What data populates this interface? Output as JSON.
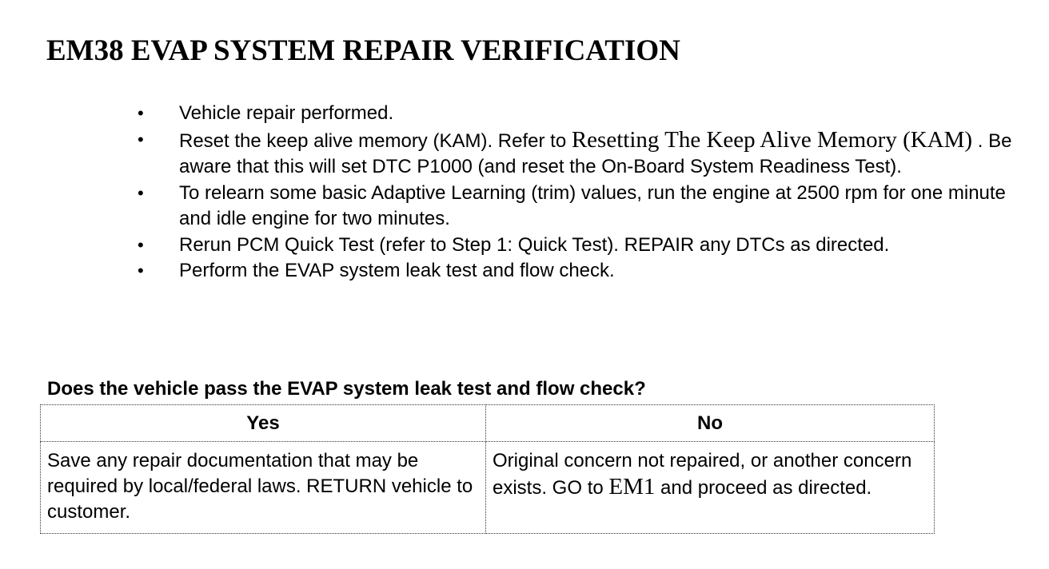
{
  "document": {
    "title": "EM38 EVAP SYSTEM REPAIR VERIFICATION",
    "steps": [
      {
        "bullet": "•",
        "text": "Vehicle repair performed."
      },
      {
        "bullet": "•",
        "text_before": "Reset the keep alive memory (KAM). Refer to ",
        "link_text": "Resetting The Keep Alive Memory (KAM)",
        "text_after": " . Be aware that this will set DTC P1000 (and reset the On-Board System Readiness Test)."
      },
      {
        "bullet": "•",
        "text": "To relearn some basic Adaptive Learning (trim) values, run the engine at 2500 rpm for one minute and idle engine for two minutes."
      },
      {
        "bullet": "•",
        "text": "Rerun PCM Quick Test (refer to Step 1: Quick Test). REPAIR any DTCs as directed."
      },
      {
        "bullet": "•",
        "text": "Perform the EVAP system leak test and flow check."
      }
    ],
    "question": "Does the vehicle pass the EVAP system leak test and flow check?",
    "table": {
      "headers": [
        "Yes",
        "No"
      ],
      "yes_text": "Save any repair documentation that may be required by local/federal laws. RETURN vehicle to customer.",
      "no_text_before": "Original concern not repaired, or another concern exists. GO to ",
      "no_link_text": "EM1",
      "no_text_after": " and proceed as directed."
    }
  }
}
